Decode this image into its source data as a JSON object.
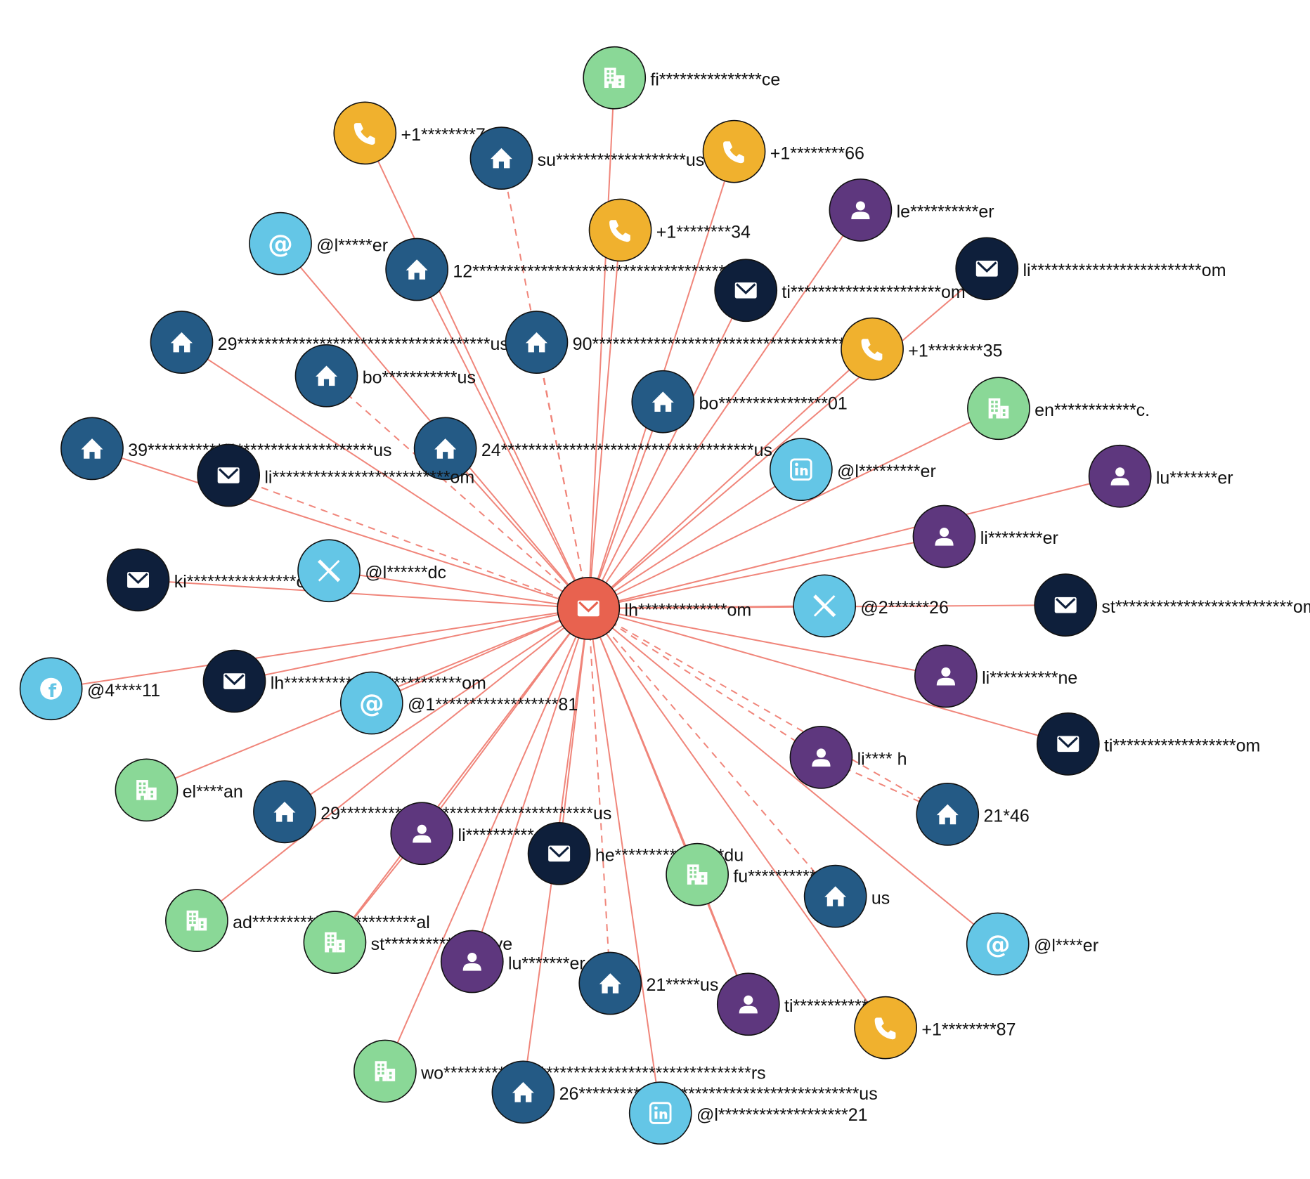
{
  "center": {
    "id": "center",
    "type": "email",
    "label": "lh*************om"
  },
  "nodes": [
    {
      "id": "n1",
      "type": "company",
      "label": "fi***************ce"
    },
    {
      "id": "n2",
      "type": "phone",
      "label": "+1********74"
    },
    {
      "id": "n3",
      "type": "address",
      "label": "su*******************us",
      "dashed": true
    },
    {
      "id": "n4",
      "type": "phone",
      "label": "+1********66"
    },
    {
      "id": "n5",
      "type": "phone",
      "label": "+1********34"
    },
    {
      "id": "n6",
      "type": "person",
      "label": "le**********er"
    },
    {
      "id": "n7",
      "type": "at",
      "label": "@l*****er"
    },
    {
      "id": "n8",
      "type": "address",
      "label": "12*************************************us"
    },
    {
      "id": "n9",
      "type": "email",
      "label": "ti**********************om"
    },
    {
      "id": "n10",
      "type": "email",
      "label": "li*************************om"
    },
    {
      "id": "n11",
      "type": "address",
      "label": "29*************************************us"
    },
    {
      "id": "n12",
      "type": "address",
      "label": "90****************************************us",
      "dashed": true
    },
    {
      "id": "n13",
      "type": "phone",
      "label": "+1********35"
    },
    {
      "id": "n14",
      "type": "address",
      "label": "bo***********us",
      "dashed": true
    },
    {
      "id": "n15",
      "type": "address",
      "label": "bo****************01"
    },
    {
      "id": "n16",
      "type": "company",
      "label": "en************c."
    },
    {
      "id": "n17",
      "type": "address",
      "label": "39*********************************us"
    },
    {
      "id": "n18",
      "type": "address",
      "label": "24*************************************us"
    },
    {
      "id": "n19",
      "type": "email",
      "label": "li**************************om",
      "dashed": true
    },
    {
      "id": "n20",
      "type": "linkedin",
      "label": "@l*********er"
    },
    {
      "id": "n21",
      "type": "person",
      "label": "lu*******er"
    },
    {
      "id": "n22",
      "type": "person",
      "label": "li********er"
    },
    {
      "id": "n23",
      "type": "email",
      "label": "ki****************om"
    },
    {
      "id": "n24",
      "type": "x",
      "label": "@l******dc"
    },
    {
      "id": "n25",
      "type": "x",
      "label": "@2******26"
    },
    {
      "id": "n26",
      "type": "email",
      "label": "st**************************om"
    },
    {
      "id": "n27",
      "type": "facebook",
      "label": "@4****11"
    },
    {
      "id": "n28",
      "type": "email",
      "label": "lh**************************om"
    },
    {
      "id": "n29",
      "type": "at",
      "label": "@1******************81"
    },
    {
      "id": "n30",
      "type": "person",
      "label": "li**********ne"
    },
    {
      "id": "n31",
      "type": "email",
      "label": "ti******************om"
    },
    {
      "id": "n32",
      "type": "company",
      "label": "el****an"
    },
    {
      "id": "n33",
      "type": "person",
      "label": "li**** h",
      "dashed": true
    },
    {
      "id": "n34",
      "type": "address",
      "label": "21*46",
      "dashed": true
    },
    {
      "id": "n35",
      "type": "address",
      "label": "29*************************************us"
    },
    {
      "id": "n36",
      "type": "person",
      "label": "li**********er"
    },
    {
      "id": "n37",
      "type": "email",
      "label": "he****************du"
    },
    {
      "id": "n38",
      "type": "company",
      "label": "fu************c."
    },
    {
      "id": "n39",
      "type": "address",
      "label": "us",
      "dashed": true
    },
    {
      "id": "n40",
      "type": "company",
      "label": "ad************************al"
    },
    {
      "id": "n41",
      "type": "company",
      "label": "st****************ve"
    },
    {
      "id": "n42",
      "type": "person",
      "label": "lu*******er"
    },
    {
      "id": "n43",
      "type": "address",
      "label": "21*****us",
      "dashed": true
    },
    {
      "id": "n44",
      "type": "person",
      "label": "ti************ne"
    },
    {
      "id": "n45",
      "type": "at",
      "label": "@l****er"
    },
    {
      "id": "n46",
      "type": "phone",
      "label": "+1********87"
    },
    {
      "id": "n47",
      "type": "company",
      "label": "wo*********************************************rs"
    },
    {
      "id": "n48",
      "type": "address",
      "label": "26*****************************************us"
    },
    {
      "id": "n49",
      "type": "linkedin",
      "label": "@l*******************21"
    }
  ],
  "extra_edges": [
    {
      "from": "n33",
      "to": "n34",
      "dashed": true
    },
    {
      "from": "n36",
      "to": "n41",
      "dashed": false
    },
    {
      "from": "n38",
      "to": "n44",
      "dashed": false
    }
  ],
  "colors": {
    "email_center": "#e8624f",
    "email": "#0e1f3b",
    "address": "#245a85",
    "phone": "#f0b12e",
    "company": "#8ad897",
    "person": "#5e377e",
    "social": "#64c6e6",
    "edge": "#f0857a"
  }
}
